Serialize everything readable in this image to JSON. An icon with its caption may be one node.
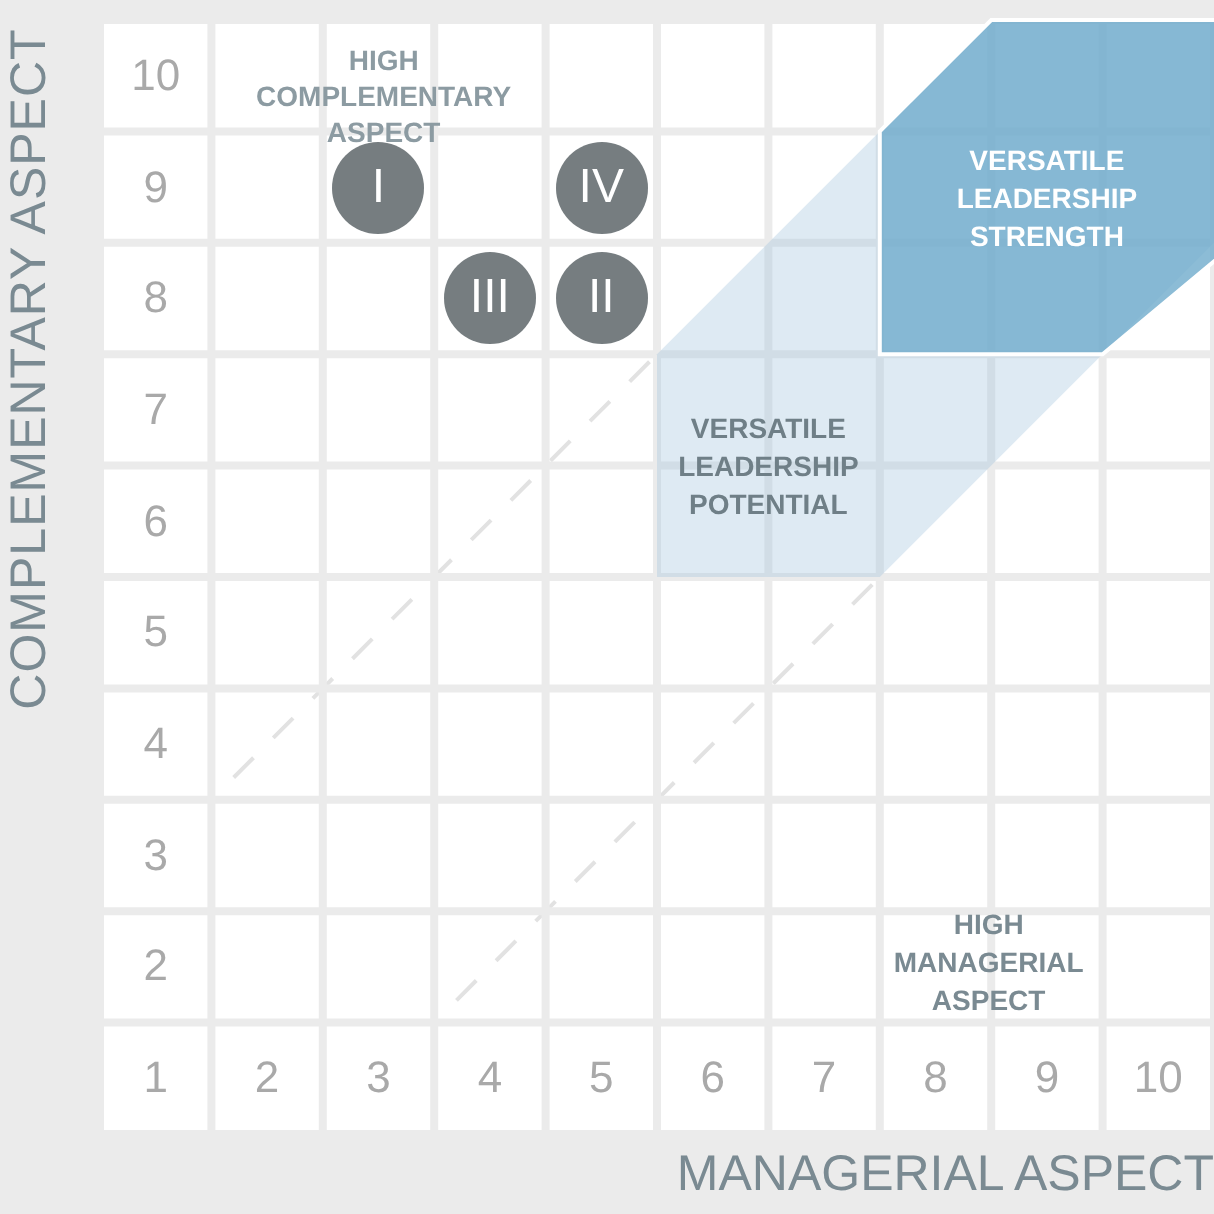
{
  "diagram": {
    "nodes": [
      {
        "text": [
          "VERSATILE LEADERSHIP STRENGTH"
        ]
      },
      {
        "text": [
          "VERSATILE LEADERSHIP POTENTIAL"
        ]
      },
      {
        "text": [
          "I"
        ]
      },
      {
        "text": [
          "IV"
        ]
      },
      {
        "text": [
          "III"
        ]
      },
      {
        "text": [
          "II"
        ]
      }
    ],
    "edges": [],
    "labels": [
      "COMPLEMENTARY ASPECT",
      "10",
      "9",
      "8",
      "7",
      "6",
      "5",
      "4",
      "3",
      "2",
      "HIGH COMPLEMENTARY ASPECT",
      "HIGH MANAGERIAL ASPECT",
      "1",
      "2",
      "3",
      "4",
      "5",
      "6",
      "7",
      "8",
      "9",
      "10",
      "MANAGERIAL ASPECT"
    ]
  }
}
